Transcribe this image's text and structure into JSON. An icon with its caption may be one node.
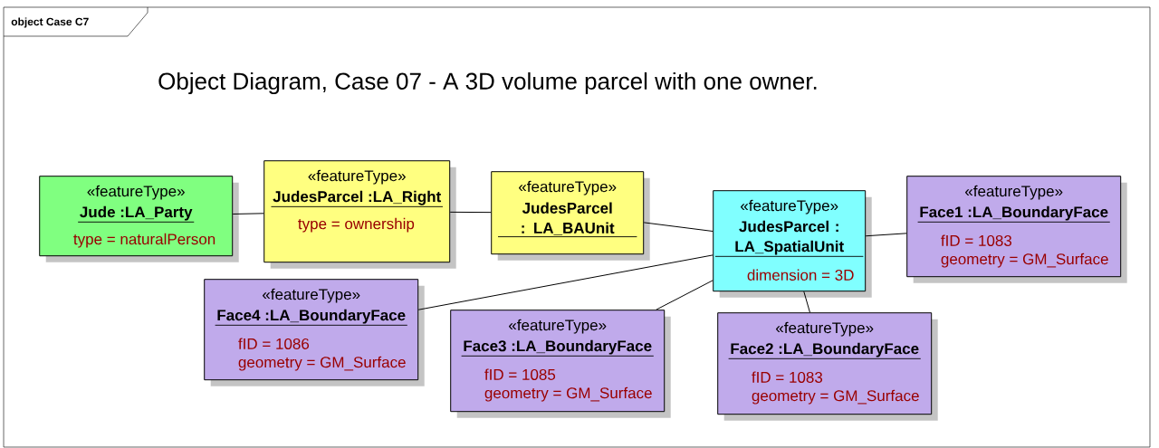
{
  "diagram": {
    "title": "Object Diagram, Case 07 - A 3D volume parcel with one owner.",
    "nodes": [
      {
        "text": [
          "object Case C7"
        ]
      },
      {
        "text": [
          "«featureType»",
          "Jude :LA_Party",
          "type = naturalPerson"
        ],
        "in": 0
      },
      {
        "text": [
          "«featureType»",
          "JudesParcel :LA_Right",
          "type = ownership"
        ],
        "in": 0
      },
      {
        "text": [
          "«featureType»",
          "JudesParcel : LA_BAUnit"
        ],
        "in": 0
      },
      {
        "text": [
          "«featureType»",
          "JudesParcel : LA_SpatialUnit",
          "dimension = 3D"
        ],
        "in": 0
      },
      {
        "text": [
          "«featureType»",
          "Face1 :LA_BoundaryFace",
          "fID = 1083",
          "geometry = GM_Surface"
        ],
        "in": 0
      },
      {
        "text": [
          "«featureType»",
          "Face4 :LA_BoundaryFace",
          "fID = 1086",
          "geometry = GM_Surface"
        ],
        "in": 0
      },
      {
        "text": [
          "«featureType»",
          "Face3 :LA_BoundaryFace",
          "fID = 1085",
          "geometry = GM_Surface"
        ],
        "in": 0
      },
      {
        "text": [
          "«featureType»",
          "Face2 :LA_BoundaryFace",
          "fID = 1083",
          "geometry = GM_Surface"
        ],
        "in": 0
      }
    ],
    "edges": [
      {
        "from": 1,
        "to": 2,
        "arrow": "none"
      },
      {
        "from": 2,
        "to": 3,
        "arrow": "none"
      },
      {
        "from": 3,
        "to": 4,
        "arrow": "none"
      },
      {
        "from": 4,
        "to": 5,
        "arrow": "none"
      },
      {
        "from": 4,
        "to": 6,
        "arrow": "none"
      },
      {
        "from": 4,
        "to": 7,
        "arrow": "none"
      },
      {
        "from": 4,
        "to": 8,
        "arrow": "none"
      }
    ]
  }
}
